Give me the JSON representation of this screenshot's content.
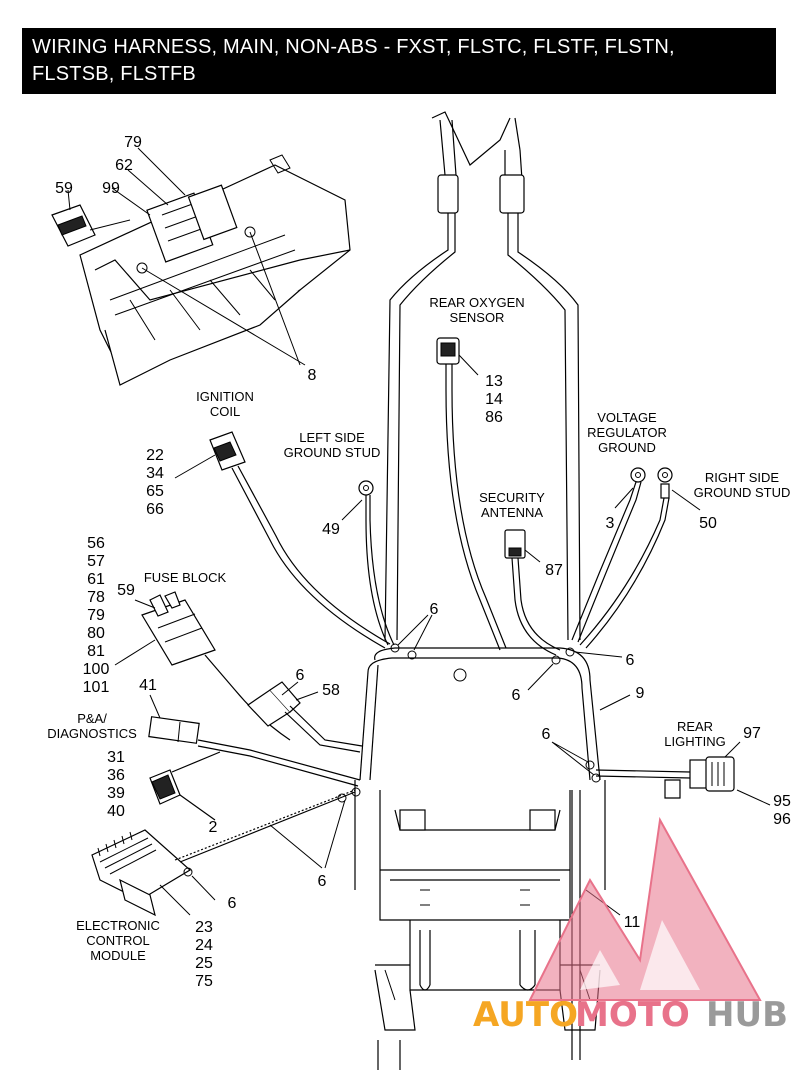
{
  "title": {
    "line1": "WIRING HARNESS, MAIN, NON-ABS - FXST, FLSTC, FLSTF, FLSTN,",
    "line2": "FLSTSB, FLSTFB"
  },
  "labels": {
    "rear_oxygen_sensor": [
      "REAR OXYGEN",
      "SENSOR"
    ],
    "ignition_coil": [
      "IGNITION",
      "COIL"
    ],
    "left_side_ground_stud": [
      "LEFT SIDE",
      "GROUND STUD"
    ],
    "voltage_regulator_ground": [
      "VOLTAGE",
      "REGULATOR",
      "GROUND"
    ],
    "right_side_ground_stud": [
      "RIGHT SIDE",
      "GROUND STUD"
    ],
    "security_antenna": [
      "SECURITY",
      "ANTENNA"
    ],
    "fuse_block": [
      "FUSE BLOCK"
    ],
    "pa_diagnostics": [
      "P&A/",
      "DIAGNOSTICS"
    ],
    "rear_lighting": [
      "REAR",
      "LIGHTING"
    ],
    "electronic_control_module": [
      "ELECTRONIC",
      "CONTROL",
      "MODULE"
    ]
  },
  "callouts": {
    "top_bracket_79": "79",
    "top_bracket_62": "62",
    "top_bracket_59": "59",
    "top_bracket_99": "99",
    "top_bracket_8": "8",
    "oxygen_13": "13",
    "oxygen_14": "14",
    "oxygen_86": "86",
    "coil_22": "22",
    "coil_34": "34",
    "coil_65": "65",
    "coil_66": "66",
    "left_stud_49": "49",
    "vreg_3": "3",
    "right_stud_50": "50",
    "antenna_87": "87",
    "fuse_56": "56",
    "fuse_57": "57",
    "fuse_61": "61",
    "fuse_78": "78",
    "fuse_79": "79",
    "fuse_80": "80",
    "fuse_81": "81",
    "fuse_100": "100",
    "fuse_101": "101",
    "fuse_59": "59",
    "clip_6a": "6",
    "clip_6b": "6",
    "clip_6c": "6",
    "clip_6d": "6",
    "clip_6e": "6",
    "clip_6f": "6",
    "clip_6g": "6",
    "conn_58": "58",
    "conn_41": "41",
    "pa_31": "31",
    "pa_36": "36",
    "pa_39": "39",
    "pa_40": "40",
    "item_2": "2",
    "item_9": "9",
    "light_97": "97",
    "light_95": "95",
    "light_96": "96",
    "item_11": "11",
    "ecm_23": "23",
    "ecm_24": "24",
    "ecm_25": "25",
    "ecm_75": "75"
  },
  "watermark": {
    "text_orange": "AUTO",
    "text_pink": "MOTO",
    "text_gray": "HUB",
    "color_orange": "#f5a623",
    "color_pink": "#e8728a",
    "color_gray": "#9a9a9a"
  }
}
